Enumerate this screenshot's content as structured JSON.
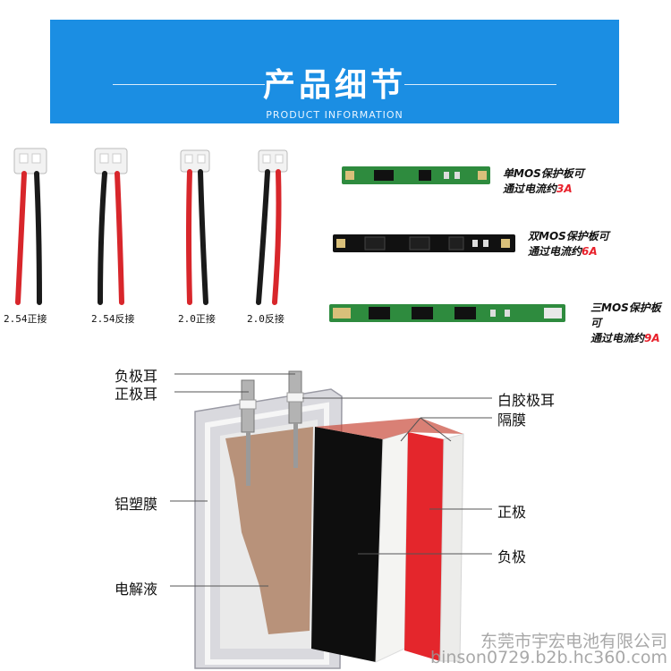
{
  "banner": {
    "title": "产品细节",
    "subtitle": "PRODUCT INFORMATION",
    "color": "#1b8ee3"
  },
  "connectors": [
    {
      "label": "2.54正接"
    },
    {
      "label": "2.54反接"
    },
    {
      "label": "2.0正接"
    },
    {
      "label": "2.0反接"
    }
  ],
  "boards": [
    {
      "label_line1": "单MOS保护板可",
      "label_line2_prefix": "通过电流约",
      "current": "3A"
    },
    {
      "label_line1": "双MOS保护板可",
      "label_line2_prefix": "通过电流约",
      "current": "6A"
    },
    {
      "label_line1": "三MOS保护板可",
      "label_line2_prefix": "通过电流约",
      "current": "9A"
    }
  ],
  "diagram": {
    "labels": {
      "negative_tab": "负极耳",
      "positive_tab": "正极耳",
      "white_glue_tab": "白胶极耳",
      "separator": "隔膜",
      "aluminum_plastic_film": "铝塑膜",
      "positive_electrode": "正极",
      "negative_electrode": "负极",
      "electrolyte": "电解液"
    }
  },
  "watermark": {
    "company": "东莞市宇宏电池有限公司",
    "site": "binson0729.b2b.hc360.com"
  }
}
